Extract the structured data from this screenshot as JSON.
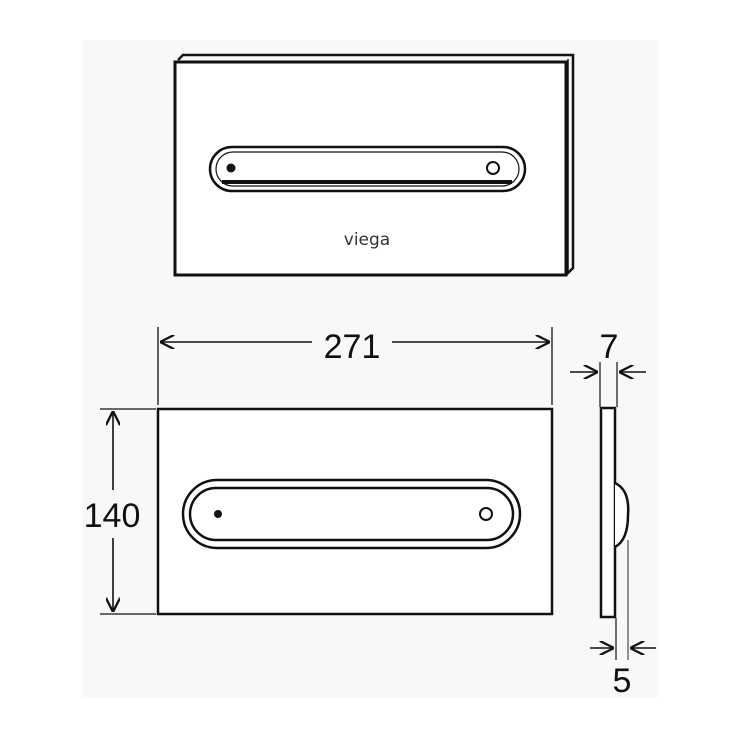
{
  "diagram": {
    "logo_text": "viega",
    "dimensions": {
      "width": "271",
      "height": "140",
      "total_depth": "7",
      "button_protrusion": "5"
    },
    "colors": {
      "line": "#111111",
      "panel_bg": "#f8f8f8"
    }
  }
}
